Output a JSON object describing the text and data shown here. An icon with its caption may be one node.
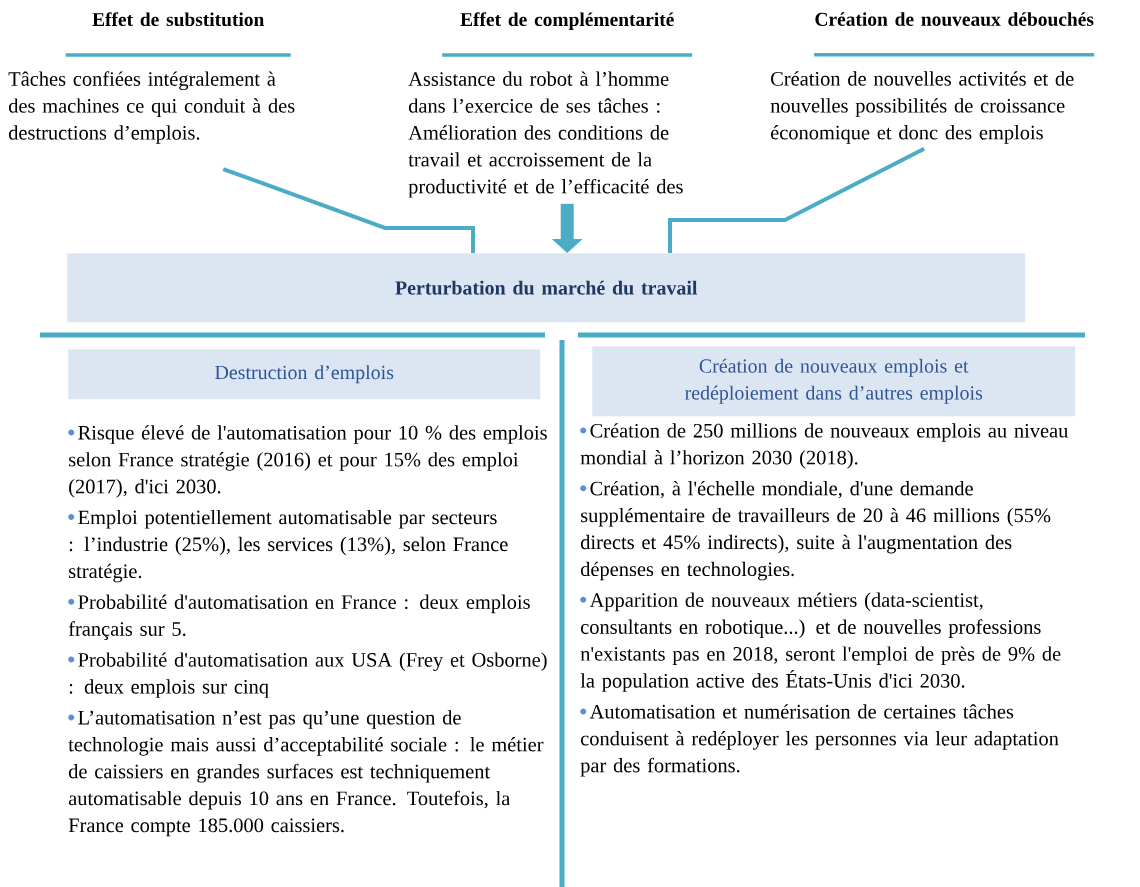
{
  "diagram": {
    "nodes": [
      {
        "text": [
          "Effet de substitution",
          "Tâches confiées intégralement à des machines ce qui conduit à des destructions d’emplois."
        ]
      },
      {
        "text": [
          "Effet de complémentarité",
          "Assistance du robot à l’homme dans l’exercice de ses tâches : Amélioration des conditions de travail et accroissement de la productivité et de l’efficacité des"
        ]
      },
      {
        "text": [
          "Création de nouveaux débouchés",
          "Création de nouvelles activités et de nouvelles possibilités de croissance économique et donc des emplois"
        ]
      },
      {
        "text": [
          "Perturbation du marché du travail"
        ]
      },
      {
        "text": [
          "Destruction d’emplois"
        ]
      },
      {
        "text": [
          "Création de nouveaux emplois et redéploiement dans d’autres emplois"
        ]
      }
    ],
    "edges": [
      {
        "from": 0,
        "to": 3,
        "arrow": "none"
      },
      {
        "from": 1,
        "to": 3,
        "arrow": "to",
        "style": "thick"
      },
      {
        "from": 2,
        "to": 3,
        "arrow": "none"
      }
    ],
    "labels": [
      "Risque élevé de l'automatisation pour 10 % des emplois selon France stratégie (2016) et pour 15% des emploi (2017), d'ici 2030.",
      "Emploi potentiellement automatisable par secteurs : l’industrie (25%), les services (13%), selon France stratégie.",
      "Probabilité d'automatisation en France : deux emplois français sur 5.",
      "Probabilité d'automatisation aux USA (Frey et Osborne) : deux emplois sur cinq",
      "L’automatisation n’est pas qu’une question de technologie mais aussi d’acceptabilité sociale : le métier de caissiers en grandes surfaces est techniquement automatisable depuis 10 ans en France. Toutefois, la France compte 185.000 caissiers.",
      "Création de 250 millions de nouveaux emplois au niveau mondial à l’horizon 2030 (2018).",
      "Création, à l'échelle mondiale, d'une demande supplémentaire de travailleurs de 20 à 46 millions (55% directs et 45% indirects), suite à l'augmentation des dépenses en technologies.",
      "Apparition de nouveaux métiers (data-scientist, consultants en robotique...) et de nouvelles professions n'existants pas en 2018, seront l'emploi de près de 9% de la population active des États-Unis d'ici 2030.",
      "Automatisation et numérisation de certaines tâches conduisent à redéployer les personnes via leur adaptation par des formations."
    ]
  }
}
